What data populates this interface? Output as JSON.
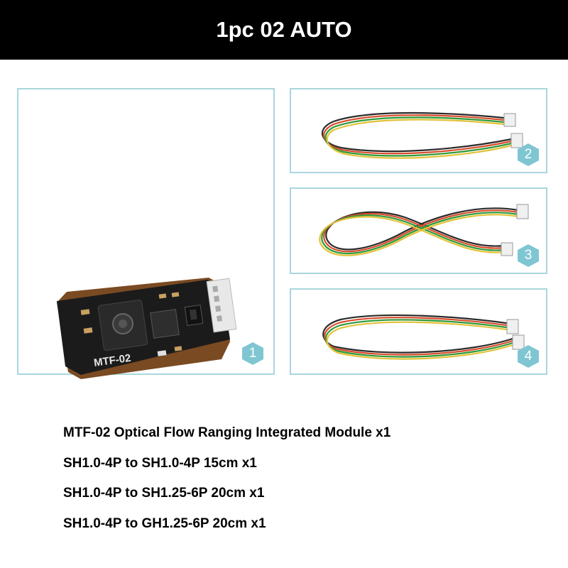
{
  "header": {
    "title": "1pc 02 AUTO"
  },
  "panels": [
    {
      "badge": "1",
      "icon": "sensor-module-image"
    },
    {
      "badge": "2",
      "icon": "cable-image"
    },
    {
      "badge": "3",
      "icon": "cable-image"
    },
    {
      "badge": "4",
      "icon": "cable-image"
    }
  ],
  "module": {
    "silk_label": "MTF-02"
  },
  "contents": [
    "MTF-02 Optical Flow Ranging Integrated Module x1",
    "SH1.0-4P to SH1.0-4P 15cm x1",
    "SH1.0-4P to SH1.25-6P 20cm x1",
    "SH1.0-4P to GH1.25-6P 20cm x1"
  ],
  "colors": {
    "header_bg": "#000000",
    "panel_border": "#a9d6de",
    "badge": "#7fc6d2"
  }
}
